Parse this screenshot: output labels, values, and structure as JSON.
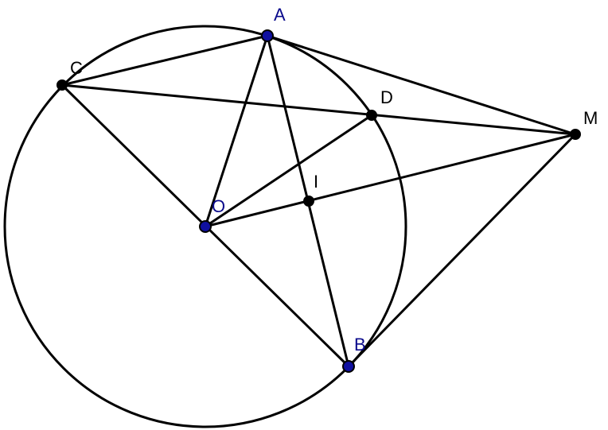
{
  "points": [
    {
      "id": "A",
      "label": "A",
      "color": "#0a0a8c"
    },
    {
      "id": "B",
      "label": "B",
      "color": "#0a0a8c"
    },
    {
      "id": "O",
      "label": "O",
      "color": "#0a0a8c"
    },
    {
      "id": "C",
      "label": "C",
      "color": "#000000"
    },
    {
      "id": "D",
      "label": "D",
      "color": "#000000"
    },
    {
      "id": "I",
      "label": "I",
      "color": "#000000"
    },
    {
      "id": "M",
      "label": "M",
      "color": "#000000"
    }
  ],
  "segments": [
    [
      "C",
      "A"
    ],
    [
      "A",
      "M"
    ],
    [
      "C",
      "M"
    ],
    [
      "A",
      "O"
    ],
    [
      "O",
      "D"
    ],
    [
      "O",
      "M"
    ],
    [
      "A",
      "B"
    ],
    [
      "C",
      "B"
    ],
    [
      "B",
      "M"
    ]
  ],
  "circle": {
    "center": "O",
    "through": "A"
  }
}
